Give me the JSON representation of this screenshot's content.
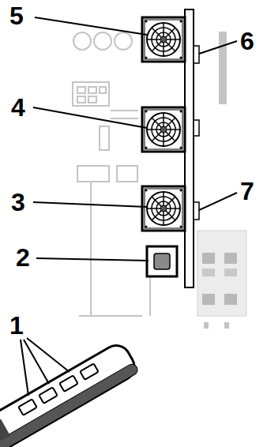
{
  "diagram": {
    "labels": [
      "5",
      "6",
      "4",
      "3",
      "7",
      "2",
      "1"
    ]
  }
}
